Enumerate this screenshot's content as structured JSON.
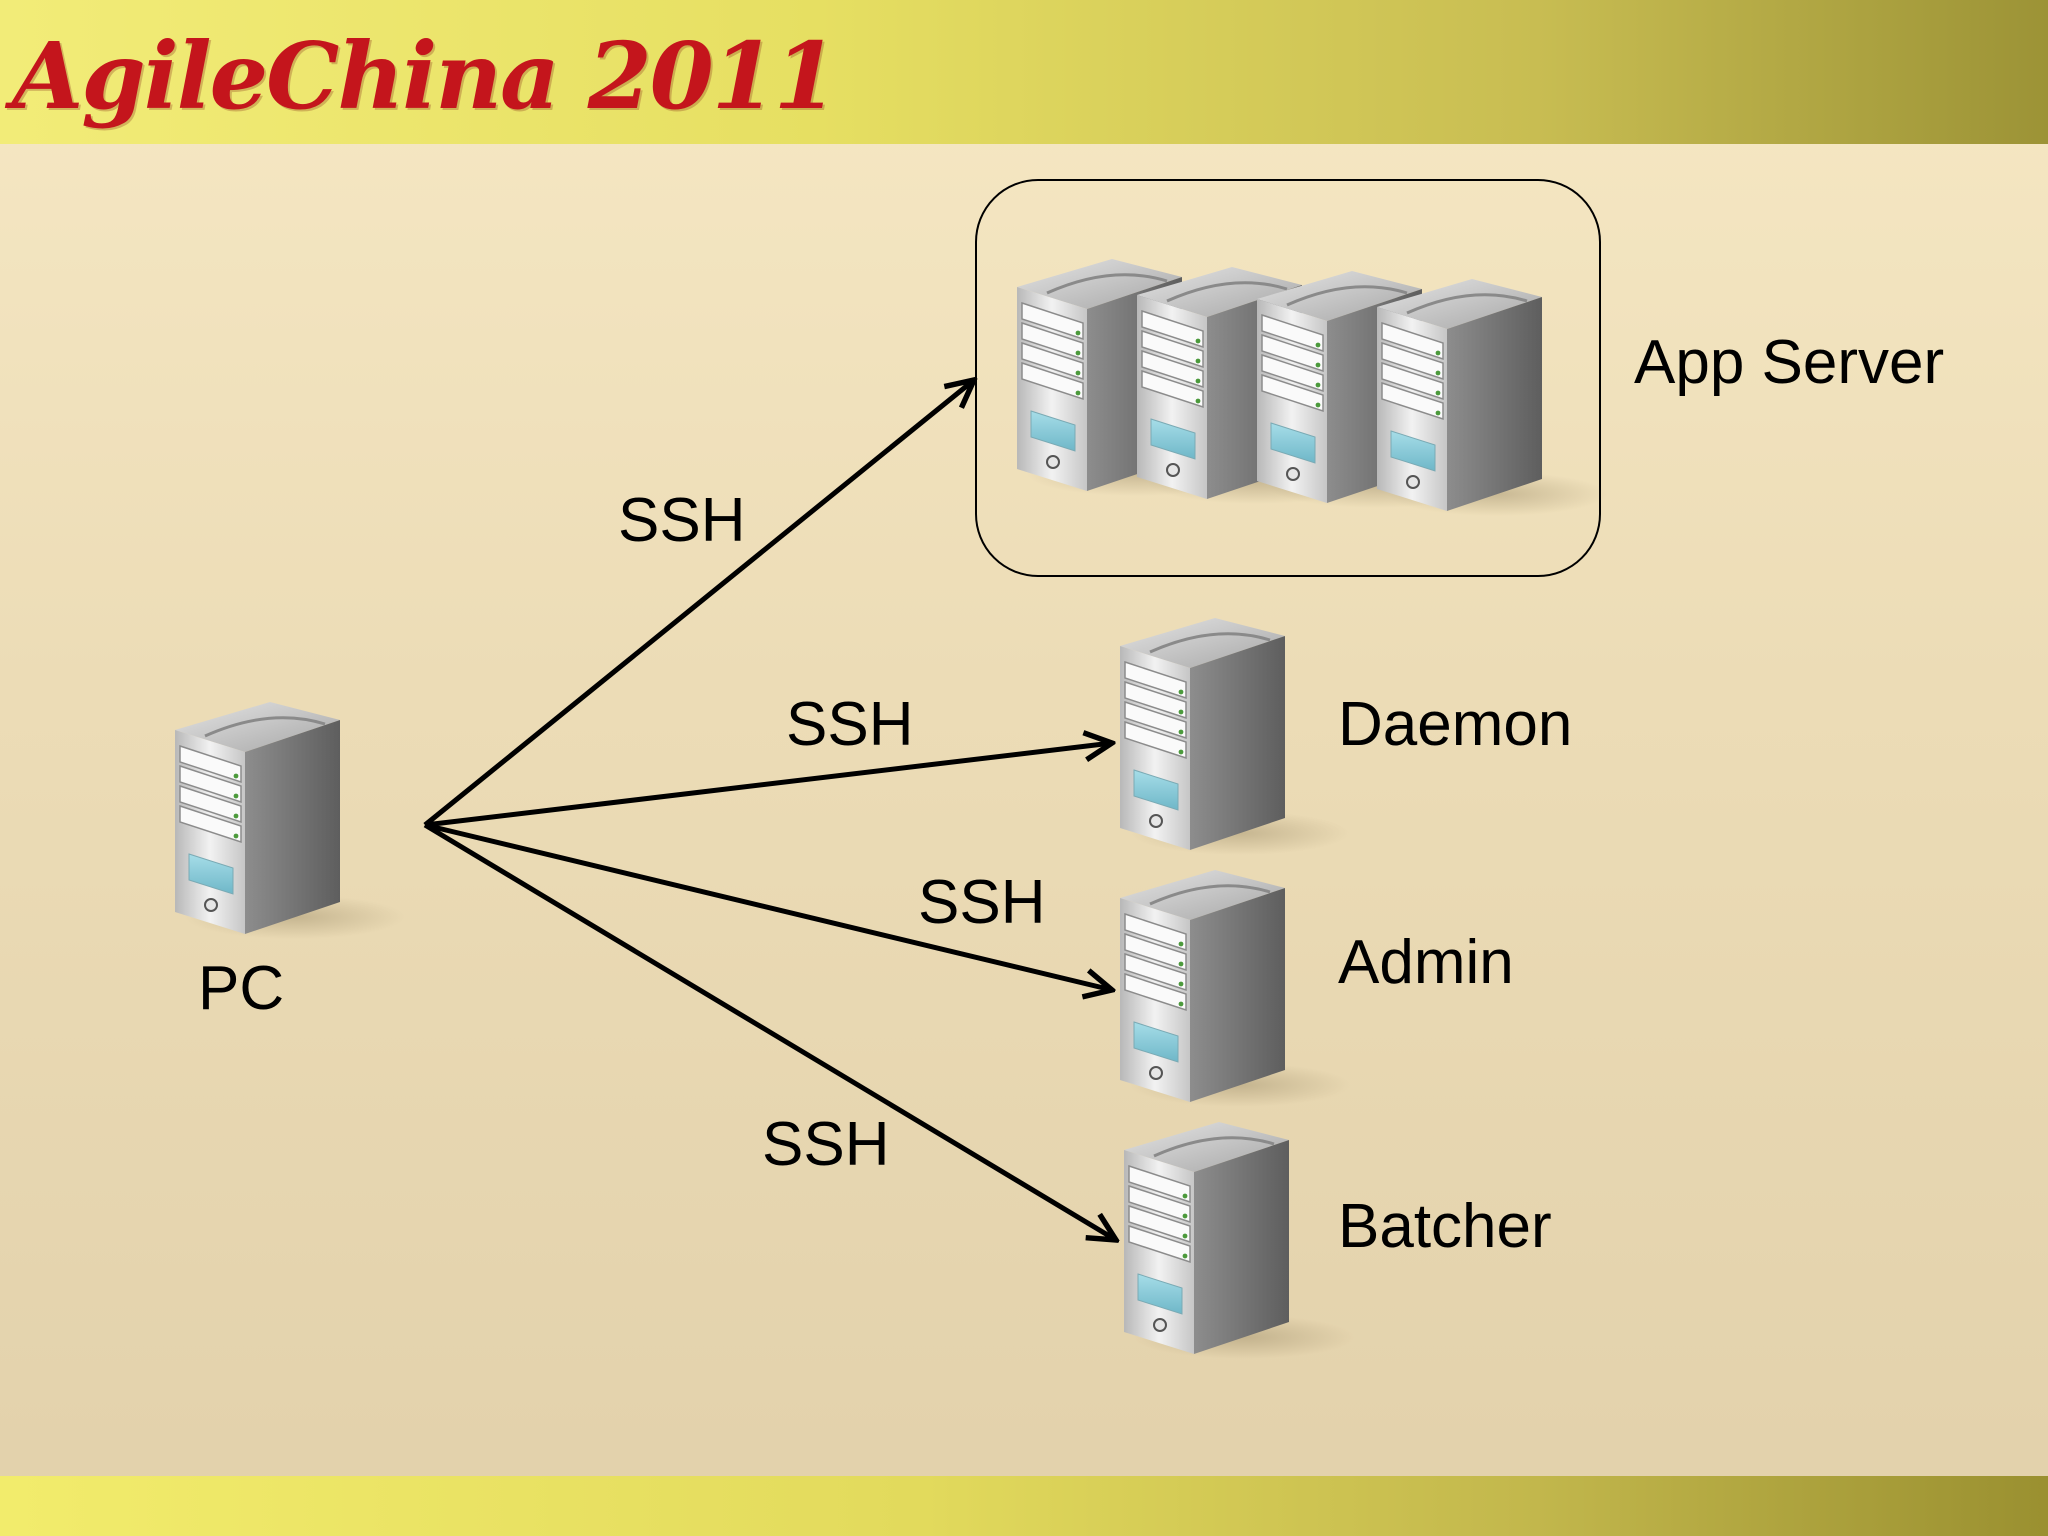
{
  "header": {
    "brand": "AgileChina 2011"
  },
  "colors": {
    "brand_red": "#c4151c",
    "arrow": "#000000"
  },
  "nodes": {
    "pc": {
      "label": "PC",
      "icon": "server-icon"
    },
    "app_server": {
      "label": "App Server",
      "icon": "server-icon",
      "count": 4
    },
    "daemon": {
      "label": "Daemon",
      "icon": "server-icon"
    },
    "admin": {
      "label": "Admin",
      "icon": "server-icon"
    },
    "batcher": {
      "label": "Batcher",
      "icon": "server-icon"
    }
  },
  "edges": [
    {
      "from": "PC",
      "to": "App Server",
      "label": "SSH"
    },
    {
      "from": "PC",
      "to": "Daemon",
      "label": "SSH"
    },
    {
      "from": "PC",
      "to": "Admin",
      "label": "SSH"
    },
    {
      "from": "PC",
      "to": "Batcher",
      "label": "SSH"
    }
  ]
}
